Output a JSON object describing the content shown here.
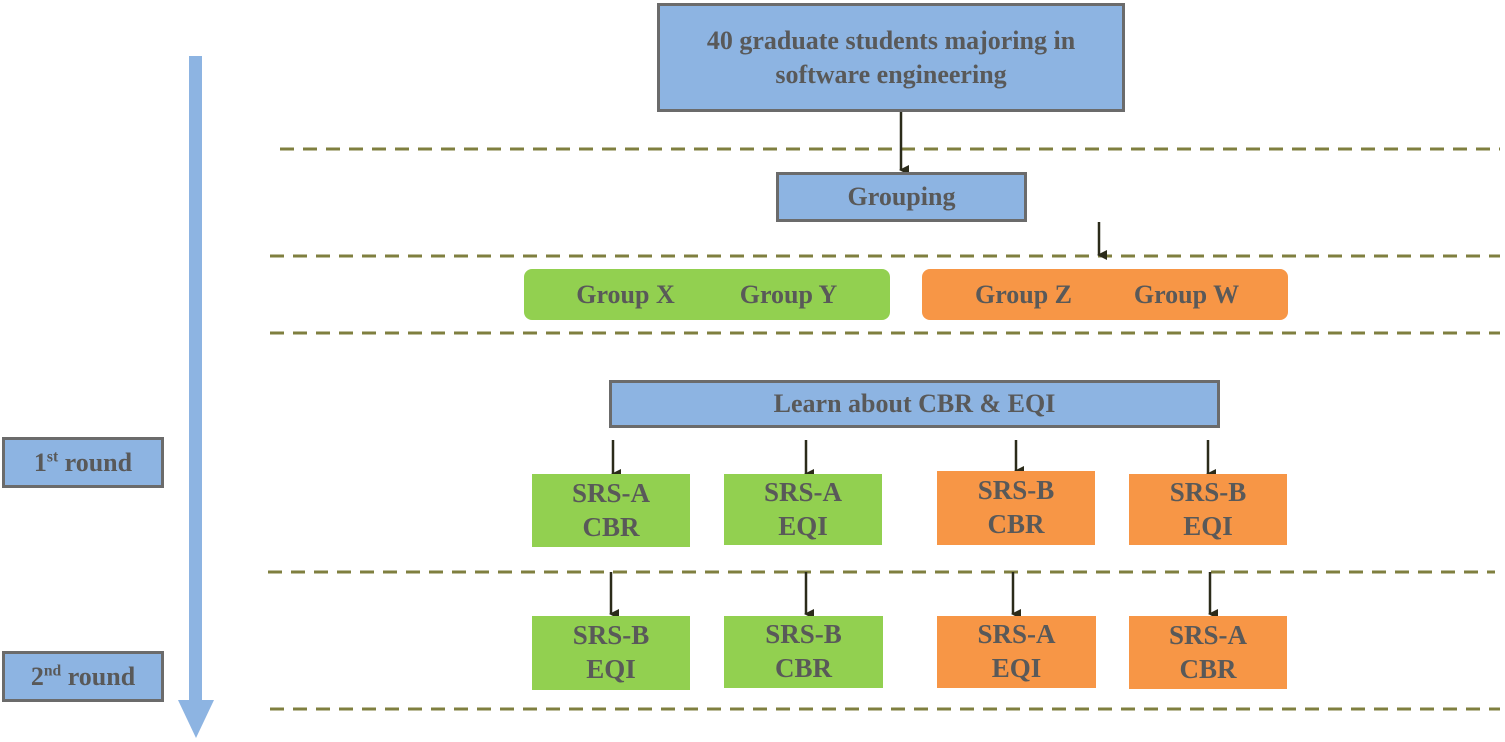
{
  "start": {
    "line1": "40 graduate students majoring in",
    "line2": "software engineering"
  },
  "grouping": "Grouping",
  "groups_left": [
    "Group X",
    "Group Y"
  ],
  "groups_right": [
    "Group Z",
    "Group W"
  ],
  "learn": "Learn about CBR & EQI",
  "round1": {
    "num": "1",
    "suffix": "st",
    "word": "round"
  },
  "round2": {
    "num": "2",
    "suffix": "nd",
    "word": "round"
  },
  "first_round": [
    {
      "spec": "SRS-A",
      "method": "CBR",
      "color": "#92d050"
    },
    {
      "spec": "SRS-A",
      "method": "EQI",
      "color": "#92d050"
    },
    {
      "spec": "SRS-B",
      "method": "CBR",
      "color": "#f79646"
    },
    {
      "spec": "SRS-B",
      "method": "EQI",
      "color": "#f79646"
    }
  ],
  "second_round": [
    {
      "spec": "SRS-B",
      "method": "EQI",
      "color": "#92d050"
    },
    {
      "spec": "SRS-B",
      "method": "CBR",
      "color": "#92d050"
    },
    {
      "spec": "SRS-A",
      "method": "EQI",
      "color": "#f79646"
    },
    {
      "spec": "SRS-A",
      "method": "CBR",
      "color": "#f79646"
    }
  ],
  "colors": {
    "blue_box": "#8db4e2",
    "green": "#92d050",
    "orange": "#f79646",
    "dashed_line": "#7f7f3f",
    "timeline": "#8db4e2",
    "text": "#595959"
  }
}
